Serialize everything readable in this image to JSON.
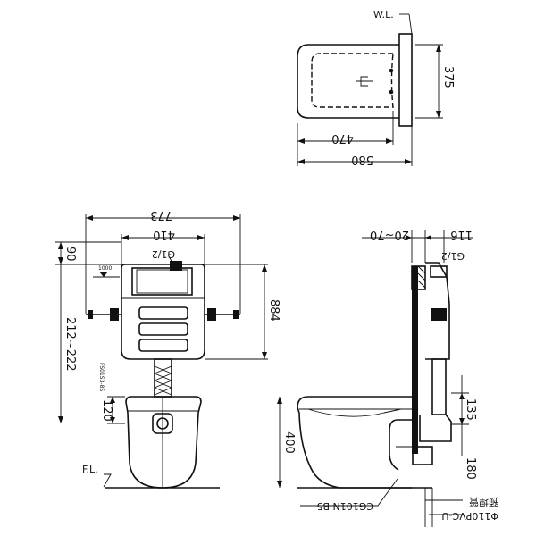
{
  "top_view": {
    "wl_label": "W.L.",
    "depth_label": "375",
    "inner_width_label": "470",
    "outer_width_label": "580"
  },
  "front_view": {
    "total_width_label": "773",
    "frame_width_label": "410",
    "thread_label": "G1/2",
    "level_label": "1000",
    "top_offset_label": "90",
    "frame_height_label": "884",
    "install_range_label": "212~222",
    "small_spec_label": "FS01S3-8S",
    "pipe_height_label": "120",
    "floor_label": "F.L."
  },
  "side_view": {
    "setback_label": "116",
    "range_label": "20~70",
    "thread_label": "G1/2",
    "pipe_label": "135",
    "height_label": "400",
    "bottom_label": "180",
    "model_label": "CG101N-B5",
    "embed_label": "预埋管",
    "pvc_label": "Φ110PVC-U"
  }
}
